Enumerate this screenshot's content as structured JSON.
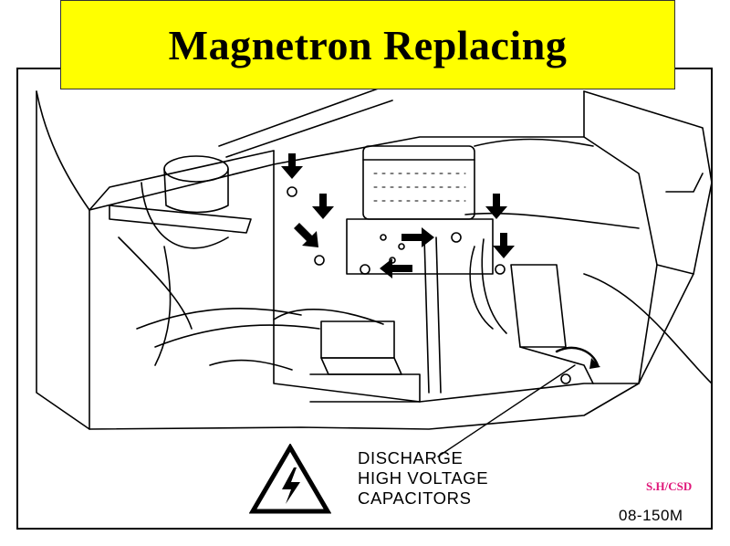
{
  "title": "Magnetron Replacing",
  "warning": {
    "line1": "DISCHARGE",
    "line2": "HIGH VOLTAGE",
    "line3": "CAPACITORS",
    "icon": "high-voltage-warning-icon"
  },
  "author_code": "S.H/CSD",
  "figure_code": "08-150M",
  "colors": {
    "banner": "#ffff00",
    "author_code": "#e0177a",
    "line": "#000000"
  }
}
